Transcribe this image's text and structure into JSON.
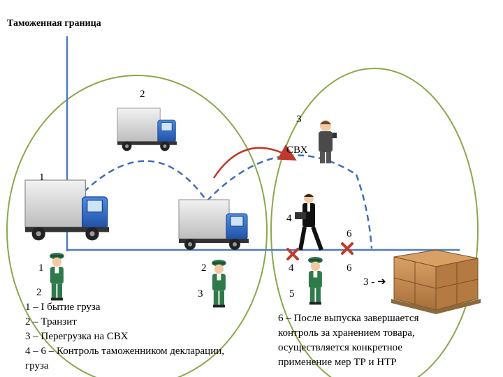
{
  "title": "Таможенная граница",
  "labels": {
    "top_2": "2",
    "top_3": "3",
    "warehouse": "СВХ",
    "left_1": "1",
    "mid_4_upper": "4",
    "mid_6_upper": "6",
    "row_1": "1",
    "row_2": "2",
    "row_4": "4",
    "row_6": "6",
    "bottom_2": "2",
    "bottom_3": "3",
    "bottom_5": "5",
    "right_3": "3 -"
  },
  "legend_left": [
    "1 – I      бытие груза",
    "2 – Транзит",
    "3 – Перегрузка на СВХ",
    "4 – 6 – Контроль таможенником декларации,",
    "груза"
  ],
  "legend_right": [
    "6 – После выпуска завершается",
    "контроль за хранением товара,",
    "осуществляется конкретное",
    "применение мер ТР и НТР"
  ],
  "colors": {
    "ellipse": "#8aa84a",
    "border_line": "#4f7cc0",
    "dashed_route": "#3f6fb5",
    "red_arrow": "#c0392b",
    "cross": "#c0392b",
    "truck_cab": "#2f6fd0",
    "truck_body": "#d9d9d9",
    "uniform": "#2f7a4a",
    "boxes": "#c98a4b"
  }
}
